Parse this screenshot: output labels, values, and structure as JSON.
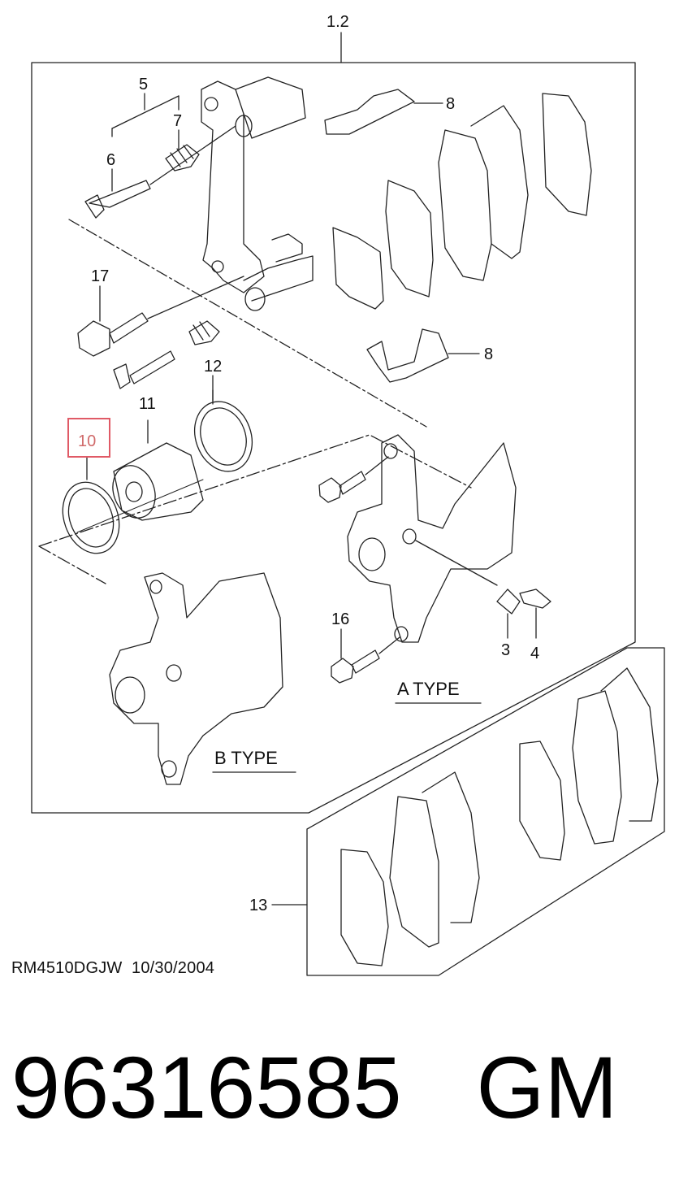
{
  "callouts": {
    "assembly": "1.2",
    "c3": "3",
    "c4": "4",
    "c5": "5",
    "c6": "6",
    "c7": "7",
    "c8_top": "8",
    "c8_bottom": "8",
    "c10": "10",
    "c11": "11",
    "c12": "12",
    "c13": "13",
    "c16": "16",
    "c17": "17"
  },
  "labels": {
    "a_type": "A TYPE",
    "b_type": "B TYPE"
  },
  "highlight": {
    "part": "10",
    "color": "#e05a66"
  },
  "footer": {
    "drawing_code": "RM4510DGJW",
    "date": "10/30/2004",
    "part_number": "96316585",
    "brand": "GM"
  }
}
